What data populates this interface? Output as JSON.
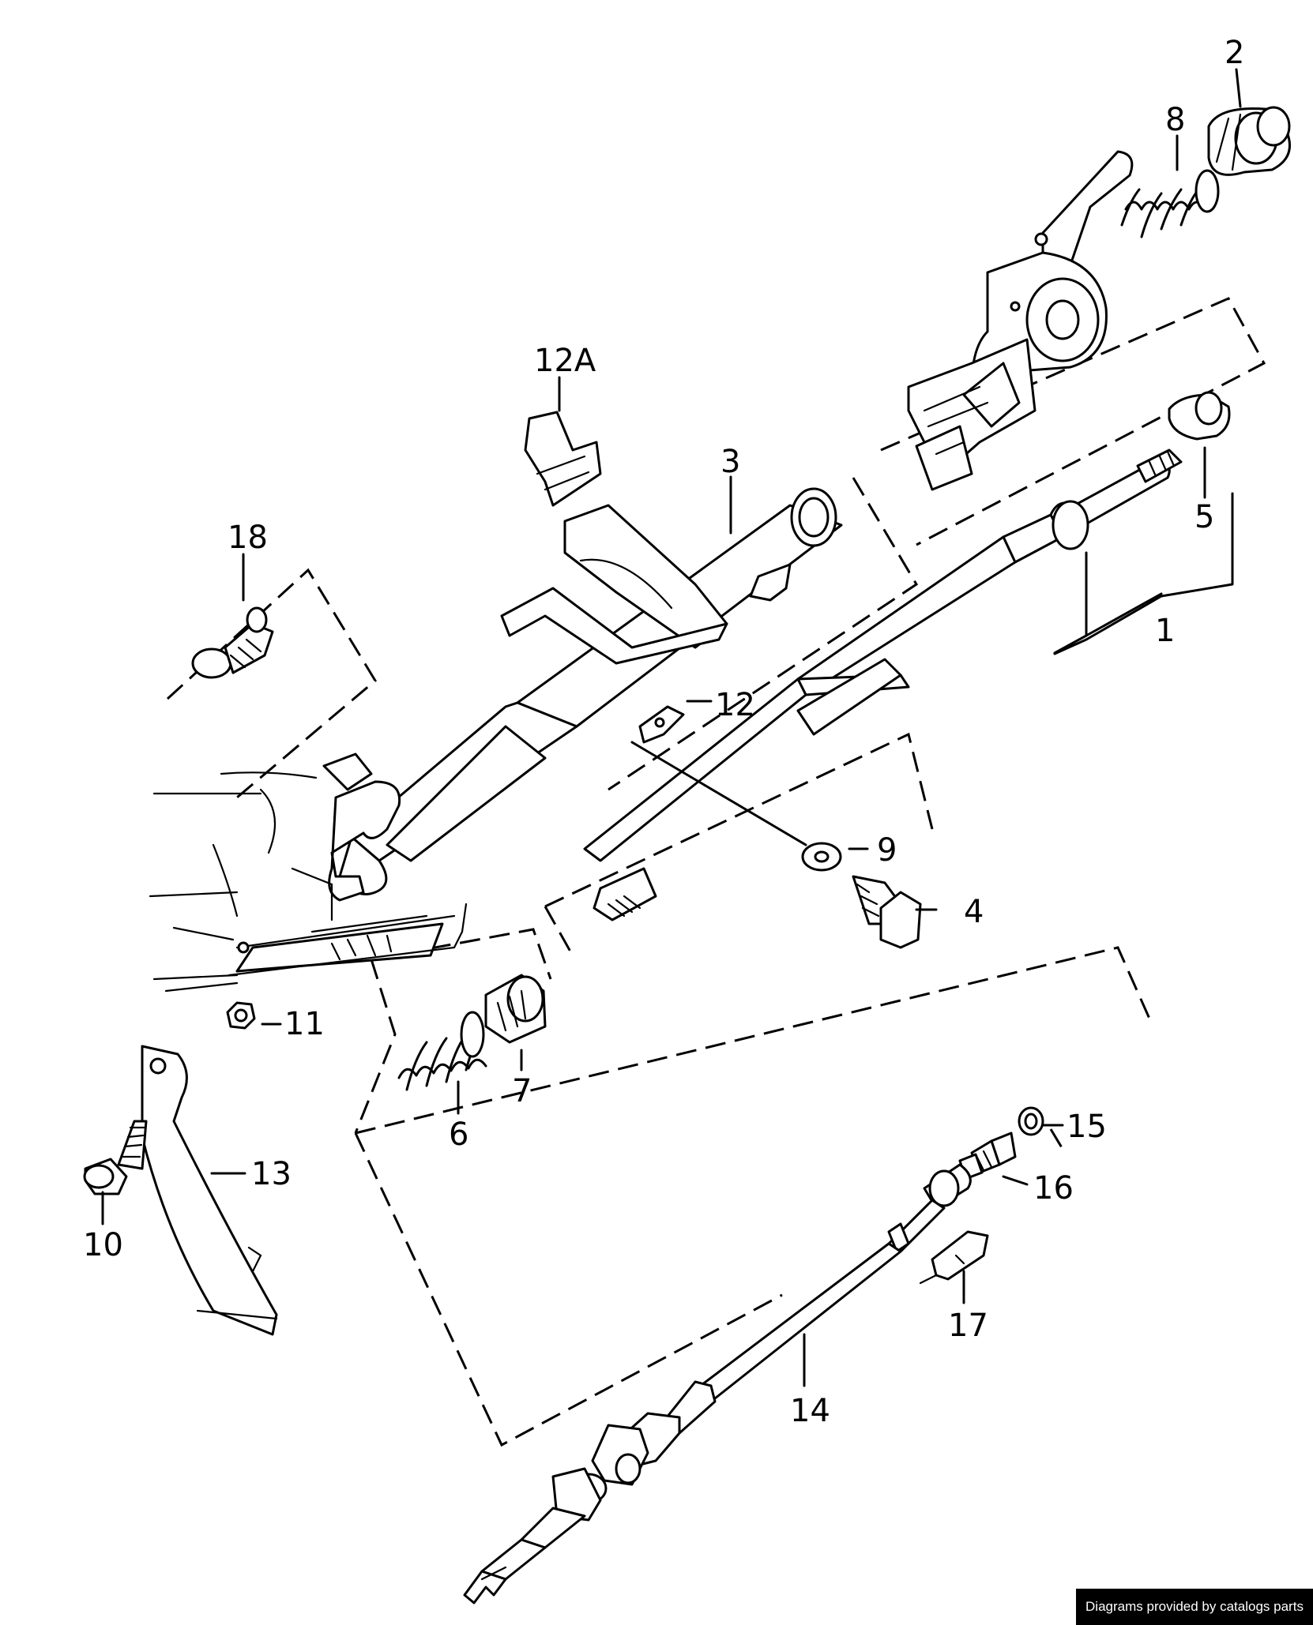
{
  "callouts": [
    {
      "id": "2",
      "label": "2"
    },
    {
      "id": "8",
      "label": "8"
    },
    {
      "id": "12A",
      "label": "12A"
    },
    {
      "id": "3",
      "label": "3"
    },
    {
      "id": "18",
      "label": "18"
    },
    {
      "id": "5",
      "label": "5"
    },
    {
      "id": "1",
      "label": "1"
    },
    {
      "id": "12",
      "label": "12"
    },
    {
      "id": "9",
      "label": "9"
    },
    {
      "id": "4",
      "label": "4"
    },
    {
      "id": "11",
      "label": "11"
    },
    {
      "id": "7",
      "label": "7"
    },
    {
      "id": "6",
      "label": "6"
    },
    {
      "id": "15",
      "label": "15"
    },
    {
      "id": "16",
      "label": "16"
    },
    {
      "id": "13",
      "label": "13"
    },
    {
      "id": "10",
      "label": "10"
    },
    {
      "id": "17",
      "label": "17"
    },
    {
      "id": "14",
      "label": "14"
    }
  ],
  "credit": "Diagrams provided by catalogs parts"
}
